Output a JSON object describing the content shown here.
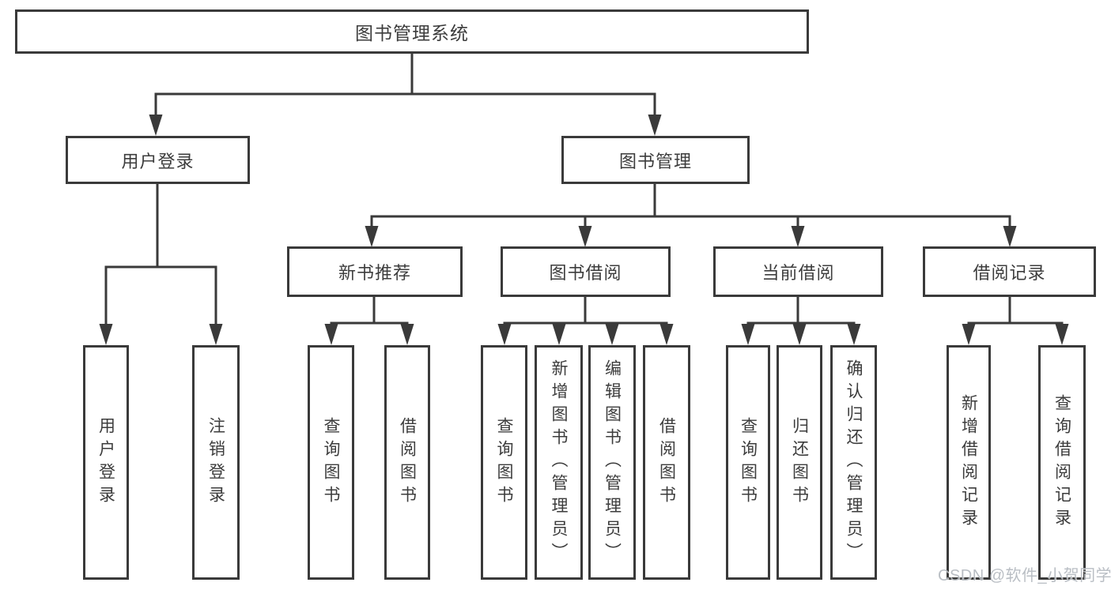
{
  "diagram": {
    "title": "图书管理系统",
    "level2": [
      "用户登录",
      "图书管理"
    ],
    "level3": [
      "新书推荐",
      "图书借阅",
      "当前借阅",
      "借阅记录"
    ],
    "leaves": [
      [
        "用户登录",
        "注销登录"
      ],
      [
        "查询图书",
        "借阅图书"
      ],
      [
        "查询图书",
        "新增图书（管理员）",
        "编辑图书（管理员）",
        "借阅图书"
      ],
      [
        "查询图书",
        "归还图书",
        "确认归还（管理员）"
      ],
      [
        "新增借阅记录",
        "查询借阅记录"
      ]
    ]
  },
  "watermark": {
    "text": "CSDN @软件_小贺同学",
    "color": "#b4b9bf"
  },
  "colors": {
    "line": "#3a3a3a",
    "text": "#3c3c3c",
    "background": "#ffffff"
  }
}
